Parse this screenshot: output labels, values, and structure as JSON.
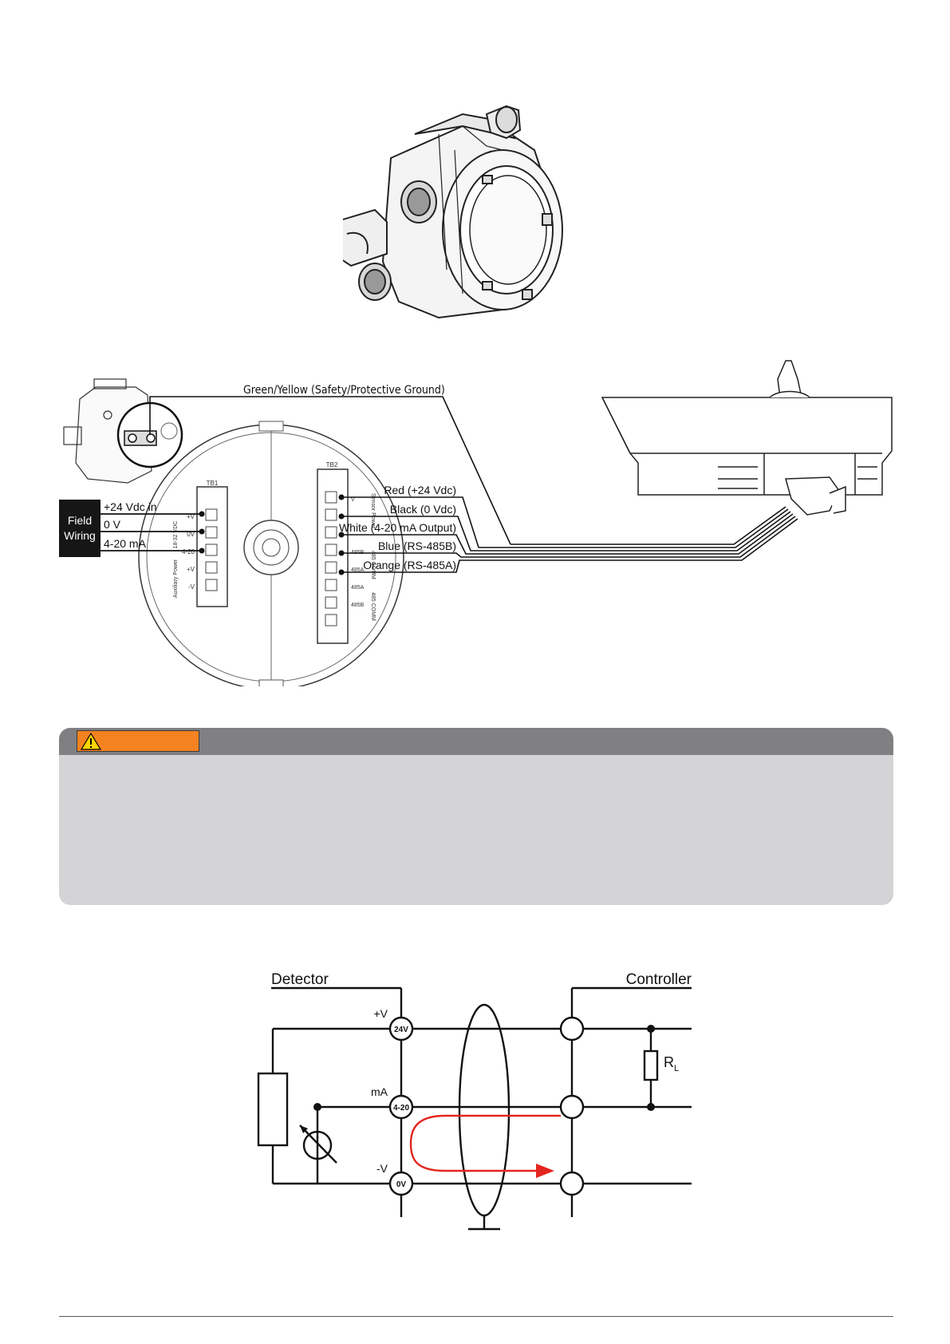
{
  "wiring": {
    "ground_label": "Green/Yellow (Safety/Protective Ground)",
    "field_wiring": [
      "Field",
      "Wiring"
    ],
    "field_terminals": [
      "+24 Vdc in",
      "0 V",
      "4-20 mA"
    ],
    "sensor_wires": [
      "Red (+24 Vdc)",
      "Black (0 Vdc)",
      "White (4-20 mA Output)",
      "Blue (RS-485B)",
      "Orange (RS-485A)"
    ],
    "tb1_label": "TB1",
    "tb2_label": "TB2",
    "tb1_pins": [
      "+V",
      "0V",
      "4-20",
      "+V",
      "-V"
    ],
    "tb1_group_labels": [
      "18-32 VDC",
      "Auxiliary Power"
    ],
    "tb2_pins": [
      "V",
      "",
      "",
      "485B",
      "485A",
      "485A",
      "485B"
    ],
    "tb2_group_labels": [
      "Sensor Power",
      "485 COMM",
      "485 COMM"
    ]
  },
  "warning": {
    "tag": "",
    "body": ""
  },
  "circuit": {
    "detector_label": "Detector",
    "controller_label": "Controller",
    "terminals": [
      {
        "side_label": "+V",
        "label": "24V"
      },
      {
        "side_label": "mA",
        "label": "4-20"
      },
      {
        "side_label": "-V",
        "label": "0V"
      }
    ],
    "resistor_label": "R",
    "resistor_subscript": "L",
    "current_arrow_color": "#e3261f"
  }
}
